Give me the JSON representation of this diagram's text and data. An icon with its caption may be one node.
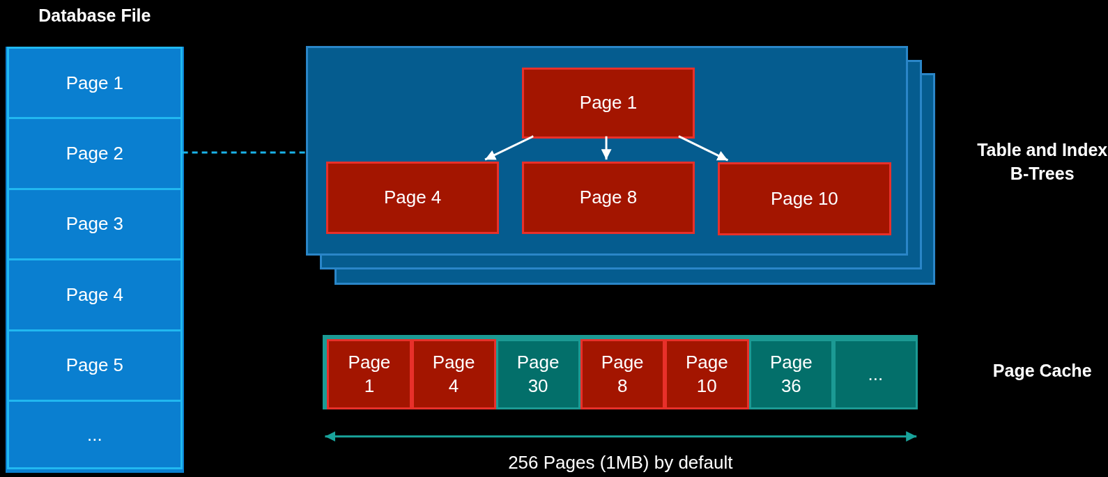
{
  "diagram": {
    "nodes": [
      {
        "text": [
          "Database File"
        ]
      },
      {
        "text": [
          "Page 1"
        ],
        "in": 0
      },
      {
        "text": [
          "Page 2"
        ],
        "in": 0
      },
      {
        "text": [
          "Page 3"
        ],
        "in": 0
      },
      {
        "text": [
          "Page 4"
        ],
        "in": 0
      },
      {
        "text": [
          "Page 5"
        ],
        "in": 0
      },
      {
        "text": [
          "..."
        ],
        "in": 0
      },
      {
        "text": [],
        "shape": "box"
      },
      {
        "text": [
          "Page 1"
        ],
        "in": 7
      },
      {
        "text": [
          "Page 4"
        ],
        "in": 7
      },
      {
        "text": [
          "Page 8"
        ],
        "in": 7
      },
      {
        "text": [
          "Page 10"
        ],
        "in": 7
      },
      {
        "text": [],
        "shape": "bar"
      },
      {
        "text": [
          "Page 1"
        ],
        "in": 12
      },
      {
        "text": [
          "Page 4"
        ],
        "in": 12
      },
      {
        "text": [
          "Page 30"
        ],
        "in": 12
      },
      {
        "text": [
          "Page 8"
        ],
        "in": 12
      },
      {
        "text": [
          "Page 10"
        ],
        "in": 12
      },
      {
        "text": [
          "Page 36"
        ],
        "in": 12
      },
      {
        "text": [
          "..."
        ],
        "in": 12
      }
    ],
    "edges": [
      {
        "from": 2,
        "to": 7,
        "arrow": "none",
        "style": "dashed",
        "color": "#1ab2e8"
      },
      {
        "from": 8,
        "to": 9,
        "arrow": "to"
      },
      {
        "from": 8,
        "to": 10,
        "arrow": "to"
      },
      {
        "from": 8,
        "to": 11,
        "arrow": "to"
      }
    ],
    "labels": [
      "Table and Index B-Trees",
      "Page Cache",
      "256 Pages (1MB) by default"
    ]
  }
}
